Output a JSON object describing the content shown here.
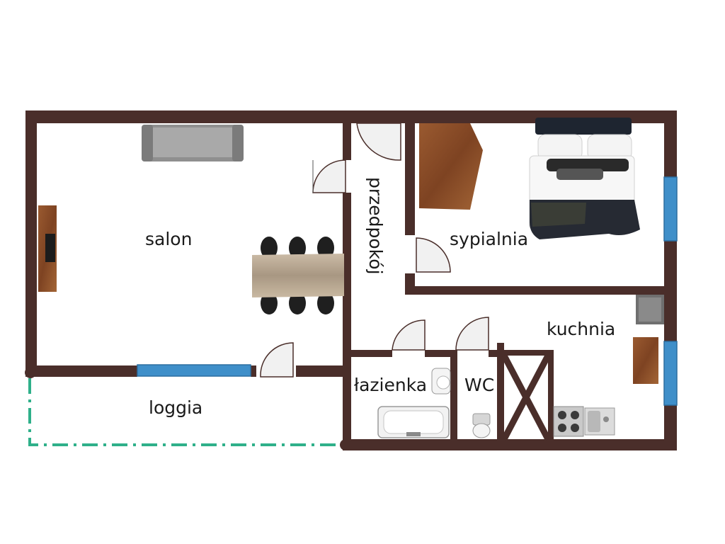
{
  "rooms": {
    "salon": "salon",
    "sypialnia": "sypialnia",
    "przedpokoj": "przedpokój",
    "kuchnia": "kuchnia",
    "lazienka": "łazienka",
    "wc": "WC",
    "loggia": "loggia"
  },
  "colors": {
    "wall": "#4a2e2a",
    "window": "#3f8fc9",
    "loggia_outline": "#2fb08a",
    "wood": "#8a4f2a"
  },
  "icons": [
    "sofa-icon",
    "tv-cabinet-icon",
    "dining-table-icon",
    "wardrobe-icon",
    "bed-icon",
    "bathtub-icon",
    "sink-icon",
    "toilet-icon",
    "stove-icon",
    "fridge-icon",
    "door-icon"
  ]
}
